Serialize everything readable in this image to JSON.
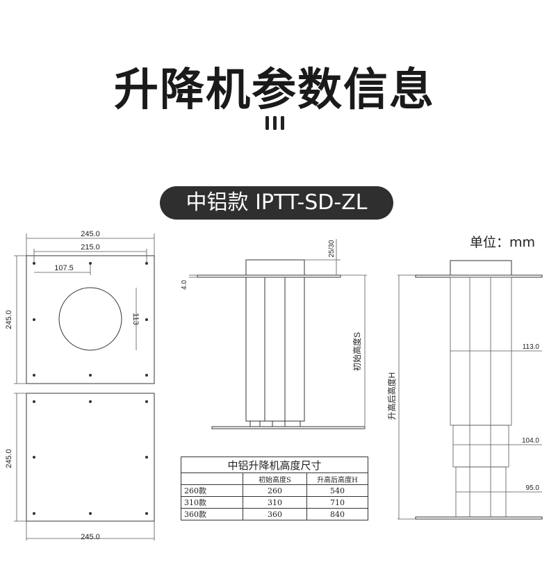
{
  "title": "升降机参数信息",
  "model": "中铝款 IPTT-SD-ZL",
  "unit_label": "单位：mm",
  "top_plate": {
    "width": "245.0",
    "height": "245.0",
    "hole_span": "215.0",
    "hole_offset": "107.5",
    "opening": "113"
  },
  "bottom_plate": {
    "width": "245.0",
    "height": "245.0"
  },
  "side_view_collapsed": {
    "plate_thickness": "4.0",
    "top_block": "25/30",
    "height_label": "初始高度S"
  },
  "side_view_extended": {
    "height_label": "升高后高度H",
    "stage1": "113.0",
    "stage2": "104.0",
    "stage3": "95.0"
  },
  "table": {
    "caption": "中铝升降机高度尺寸",
    "headers": [
      "",
      "初始高度S",
      "升高后高度H"
    ],
    "rows": [
      [
        "260款",
        "260",
        "540"
      ],
      [
        "310款",
        "310",
        "710"
      ],
      [
        "360款",
        "360",
        "840"
      ]
    ]
  }
}
